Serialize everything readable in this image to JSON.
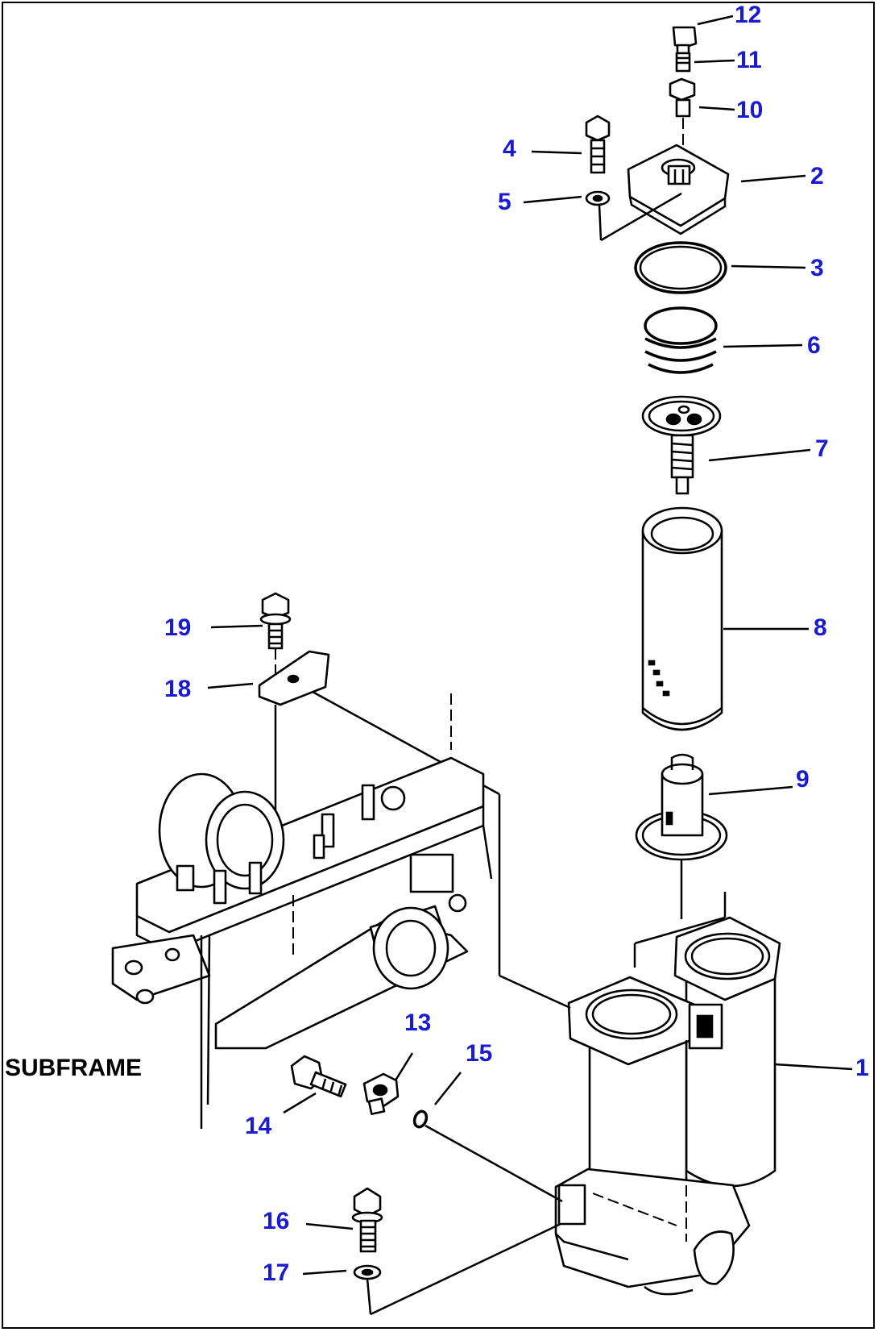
{
  "diagram": {
    "subframe_label": "SUBFRAME",
    "callouts": [
      {
        "id": "12",
        "label": "12"
      },
      {
        "id": "11",
        "label": "11"
      },
      {
        "id": "10",
        "label": "10"
      },
      {
        "id": "4",
        "label": "4"
      },
      {
        "id": "2",
        "label": "2"
      },
      {
        "id": "5",
        "label": "5"
      },
      {
        "id": "3",
        "label": "3"
      },
      {
        "id": "6",
        "label": "6"
      },
      {
        "id": "7",
        "label": "7"
      },
      {
        "id": "19",
        "label": "19"
      },
      {
        "id": "8",
        "label": "8"
      },
      {
        "id": "18",
        "label": "18"
      },
      {
        "id": "9",
        "label": "9"
      },
      {
        "id": "13",
        "label": "13"
      },
      {
        "id": "15",
        "label": "15"
      },
      {
        "id": "1",
        "label": "1"
      },
      {
        "id": "14",
        "label": "14"
      },
      {
        "id": "16",
        "label": "16"
      },
      {
        "id": "17",
        "label": "17"
      }
    ]
  }
}
